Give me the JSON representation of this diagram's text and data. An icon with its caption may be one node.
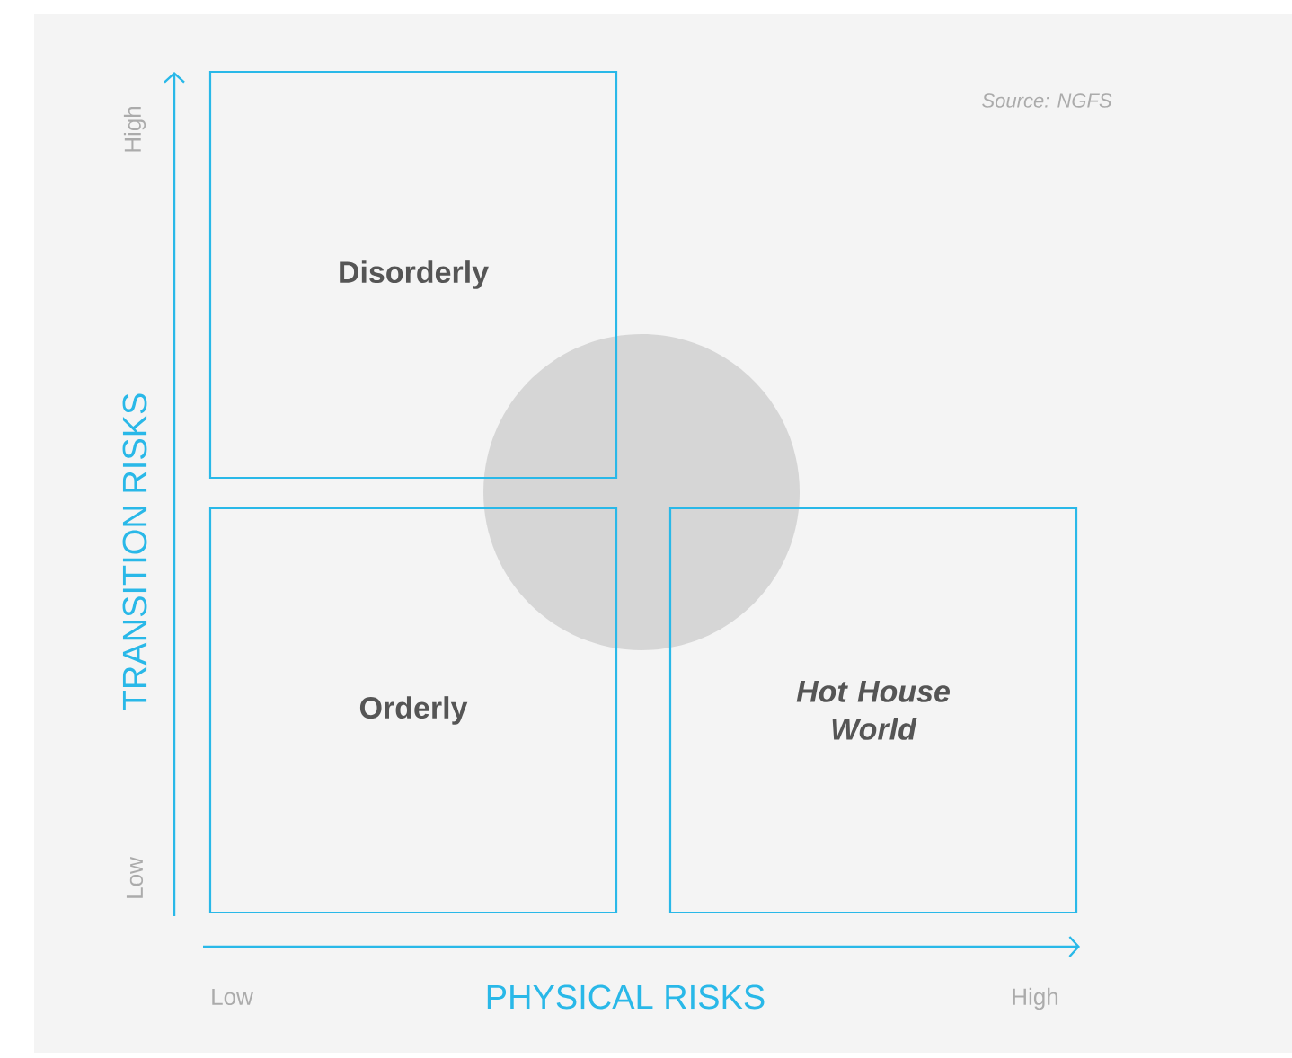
{
  "diagram": {
    "nodes": [
      {
        "text": [
          "Disorderly"
        ]
      },
      {
        "text": [],
        "shape": "circle"
      },
      {
        "text": [
          "Orderly"
        ]
      },
      {
        "text": [
          "Hot House World"
        ]
      }
    ],
    "labels": [
      "Source: NGFS",
      "High",
      "TRANSITION RISKS",
      "Low",
      "Low",
      "PHYSICAL RISKS",
      "High"
    ]
  }
}
